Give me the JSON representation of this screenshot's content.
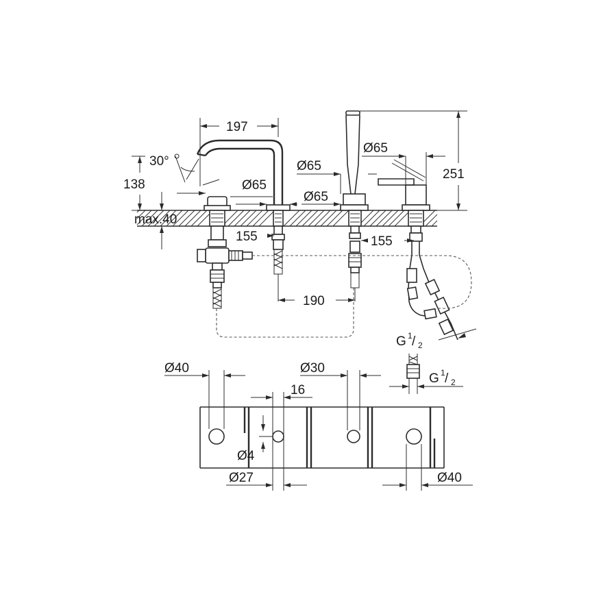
{
  "dimensions": {
    "spout_reach": "197",
    "spout_angle": "30°",
    "height_138": "138",
    "max_40": "max.40",
    "diam_65_a": "Ø65",
    "diam_65_b": "Ø65",
    "diam_65_c": "Ø65",
    "diam_65_d": "Ø65",
    "height_251": "251",
    "dist_155_left": "155",
    "dist_155_right": "155",
    "dist_190": "190",
    "thread_g_upper": "G",
    "thread_g_lower": "G",
    "thread_fraction_num": "1",
    "thread_fraction_den": "2",
    "hole_40_left": "Ø40",
    "hole_30": "Ø30",
    "spacing_16": "16",
    "hole_4": "Ø4",
    "hole_27": "Ø27",
    "hole_40_right": "Ø40"
  }
}
